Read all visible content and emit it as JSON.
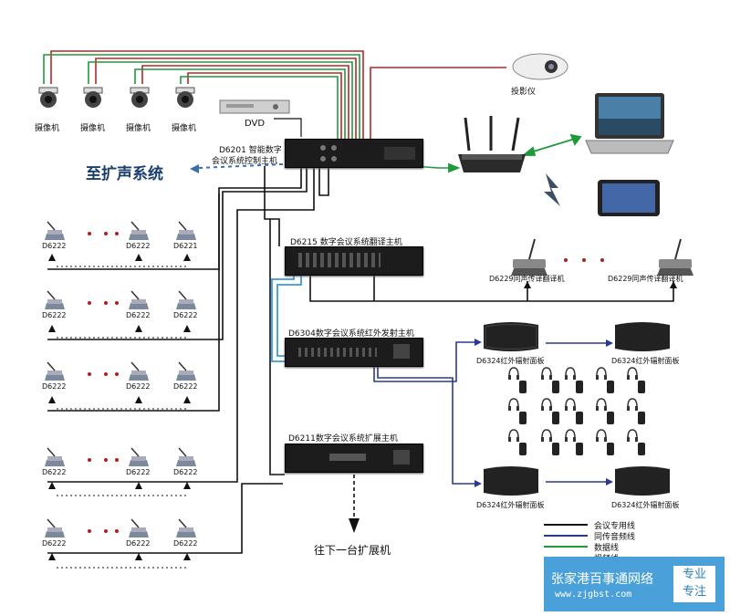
{
  "colors": {
    "red_line": "#b5262b",
    "green_line": "#1f9a3b",
    "black_line": "#111111",
    "blue_line": "#2a3a8c",
    "light_blue_line": "#3b9ad9",
    "title_blue": "#1a3f6e",
    "banner_bg": "#4aa0d8"
  },
  "cameras": [
    {
      "label": "摄像机",
      "icon": "ptz-camera-icon"
    },
    {
      "label": "摄像机",
      "icon": "ptz-camera-icon"
    },
    {
      "label": "摄像机",
      "icon": "ptz-camera-icon"
    },
    {
      "label": "摄像机",
      "icon": "ptz-camera-icon"
    }
  ],
  "projector": {
    "label": "投影仪",
    "icon": "projector-icon"
  },
  "dvd": {
    "label": "DVD",
    "icon": "dvd-player-icon"
  },
  "main_unit": {
    "line1": "D6201 智能数字",
    "line2": "会议系统控制主机"
  },
  "to_pa": "至扩声系统",
  "router_icon": "wireless-router-icon",
  "laptop_icon": "laptop-icon",
  "tablet_icon": "tablet-icon",
  "wireless_icon": "lightning-icon",
  "translation_unit": "D6215 数字会议系统翻译主机",
  "translator_units": [
    "D6229同声传译翻译机",
    "D6229同声传译翻译机"
  ],
  "ir_transmitter": "D6304数字会议系统红外发射主机",
  "ir_radiators": [
    "D6324红外辐射面板",
    "D6324红外辐射面板",
    "D6324红外辐射面板",
    "D6324红外辐射面板"
  ],
  "expansion_unit": "D6211数字会议系统扩展主机",
  "to_next": "往下一台扩展机",
  "mic_rows": [
    [
      "D6222",
      "D6222",
      "D6221"
    ],
    [
      "D6222",
      "D6222",
      "D6222"
    ],
    [
      "D6222",
      "D6222",
      "D6222"
    ],
    [
      "D6222",
      "D6222",
      "D6222"
    ],
    [
      "D6222",
      "D6222",
      "D6222"
    ]
  ],
  "legend": [
    {
      "label": "会议专用线",
      "color": "#111111"
    },
    {
      "label": "同传音频线",
      "color": "#2a3a8c"
    },
    {
      "label": "数据线",
      "color": "#1f9a3b"
    },
    {
      "label": "视频线",
      "color": "#b5262b"
    }
  ],
  "watermark": {
    "name": "张家港百事通网络",
    "url": "www.zjgbst.com",
    "badge1": "专业",
    "badge2": "专注"
  }
}
